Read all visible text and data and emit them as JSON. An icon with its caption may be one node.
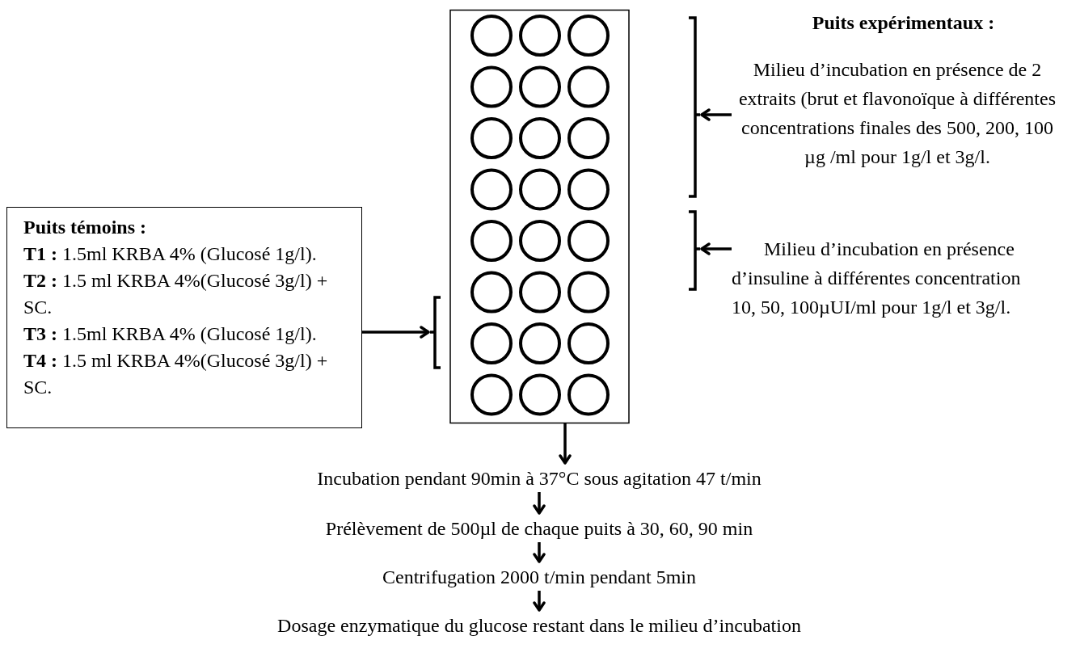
{
  "diagram": {
    "nodes": [
      {
        "text": [],
        "shape": "picture"
      },
      {
        "text": [
          "Milieu d’incubation en présence de 2 extraits (brut et flavonoïque à différentes concentrations finales des 500, 200, 100 µg /ml pour 1g/l et 3g/l."
        ]
      },
      {
        "text": [
          "Milieu d’incubation en présence d’insuline à différentes concentration 10, 50, 100µUI/ml pour 1g/l et 3g/l."
        ]
      },
      {
        "text": [
          "Puits témoins :",
          "**T1 :** 1.5ml KRBA 4% (Glucosé 1g/l).",
          "**T2 :** 1.5 ml KRBA 4%(Glucosé 3g/l) + SC.",
          "**T3 :** 1.5ml KRBA 4% (Glucosé 1g/l).",
          "**T4 :** 1.5 ml KRBA 4%(Glucosé 3g/l) + SC."
        ]
      },
      {
        "text": [
          "Incubation pendant 90min à 37°C sous agitation 47 t/min"
        ]
      },
      {
        "text": [
          "Prélèvement de 500µl de chaque puits à 30, 60, 90 min"
        ]
      },
      {
        "text": [
          "Centrifugation 2000 t/min pendant 5min"
        ]
      },
      {
        "text": [
          "Dosage enzymatique du glucose restant dans le milieu d’incubation"
        ]
      }
    ],
    "edges": [
      {
        "from": 1,
        "to": 0,
        "arrow": "to"
      },
      {
        "from": 2,
        "to": 0,
        "arrow": "to"
      },
      {
        "from": 3,
        "to": 0,
        "arrow": "to"
      },
      {
        "from": 0,
        "to": 4,
        "arrow": "to"
      },
      {
        "from": 4,
        "to": 5,
        "arrow": "to"
      },
      {
        "from": 5,
        "to": 6,
        "arrow": "to"
      },
      {
        "from": 6,
        "to": 7,
        "arrow": "to"
      }
    ],
    "labels": [
      "Puits expérimentaux :"
    ]
  }
}
